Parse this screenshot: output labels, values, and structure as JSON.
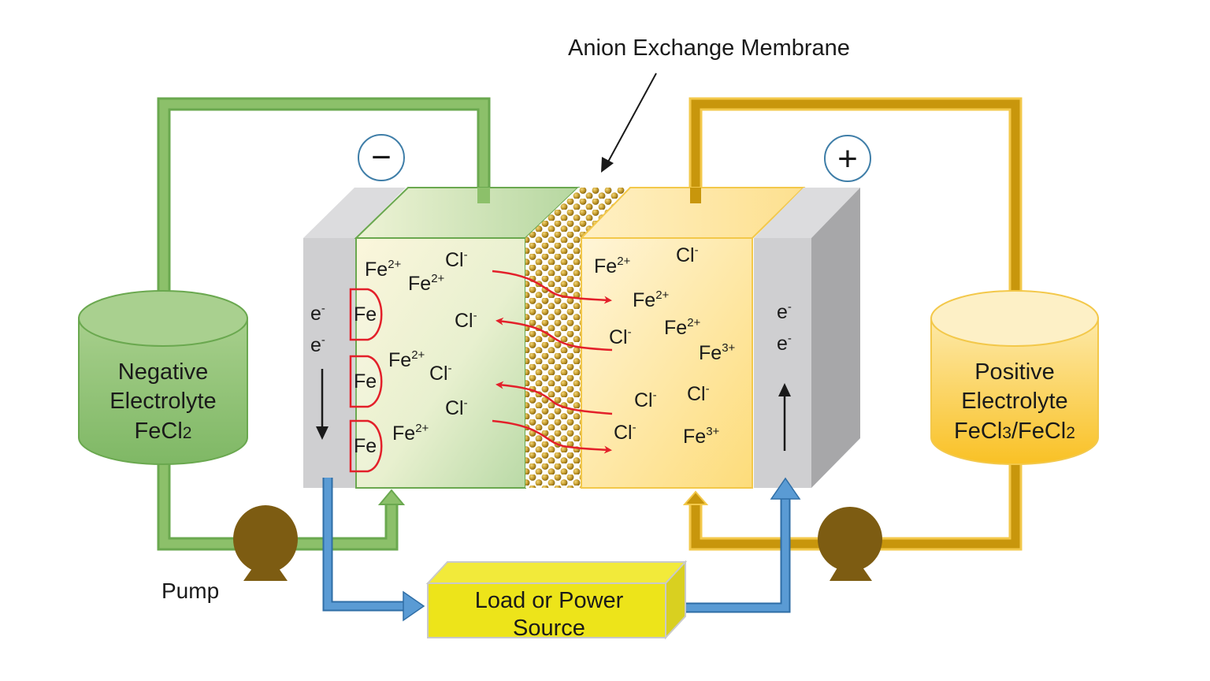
{
  "title": "Anion Exchange Membrane",
  "terminals": {
    "negative": "−",
    "positive": "+"
  },
  "tanks": {
    "negative": {
      "line1": "Negative",
      "line2": "Electrolyte",
      "formula_base": "FeCl",
      "formula_sub": "2"
    },
    "positive": {
      "line1": "Positive",
      "line2": "Electrolyte",
      "formula_a": "FeCl",
      "formula_a_sub": "3",
      "formula_b": "/FeCl",
      "formula_b_sub": "2"
    }
  },
  "pump_label": "Pump",
  "load": {
    "line1": "Load or Power",
    "line2": "Source"
  },
  "electron": {
    "base": "e",
    "charge": "-"
  },
  "plated_metal": "Fe",
  "ions": {
    "negative_side": [
      {
        "base": "Fe",
        "charge": "2+"
      },
      {
        "base": "Cl",
        "charge": "-"
      },
      {
        "base": "Fe",
        "charge": "2+"
      },
      {
        "base": "Cl",
        "charge": "-"
      },
      {
        "base": "Fe",
        "charge": "2+"
      },
      {
        "base": "Cl",
        "charge": "-"
      },
      {
        "base": "Cl",
        "charge": "-"
      },
      {
        "base": "Fe",
        "charge": "2+"
      }
    ],
    "positive_side": [
      {
        "base": "Fe",
        "charge": "2+"
      },
      {
        "base": "Cl",
        "charge": "-"
      },
      {
        "base": "Fe",
        "charge": "2+"
      },
      {
        "base": "Cl",
        "charge": "-"
      },
      {
        "base": "Fe",
        "charge": "2+"
      },
      {
        "base": "Fe",
        "charge": "3+"
      },
      {
        "base": "Cl",
        "charge": "-"
      },
      {
        "base": "Cl",
        "charge": "-"
      },
      {
        "base": "Cl",
        "charge": "-"
      },
      {
        "base": "Fe",
        "charge": "3+"
      }
    ]
  },
  "colors": {
    "green_pipe": "#8cc06a",
    "green_pipe_edge": "#6aa84f",
    "gold_pipe": "#c8960c",
    "gold_pipe_edge": "#f3c84a",
    "electron_flow": "#5a9bd4",
    "pump": "#7d5c12",
    "ion_flow": "#e3202a",
    "load_box": "#ede41a",
    "electrode": "#cfcfd1"
  }
}
